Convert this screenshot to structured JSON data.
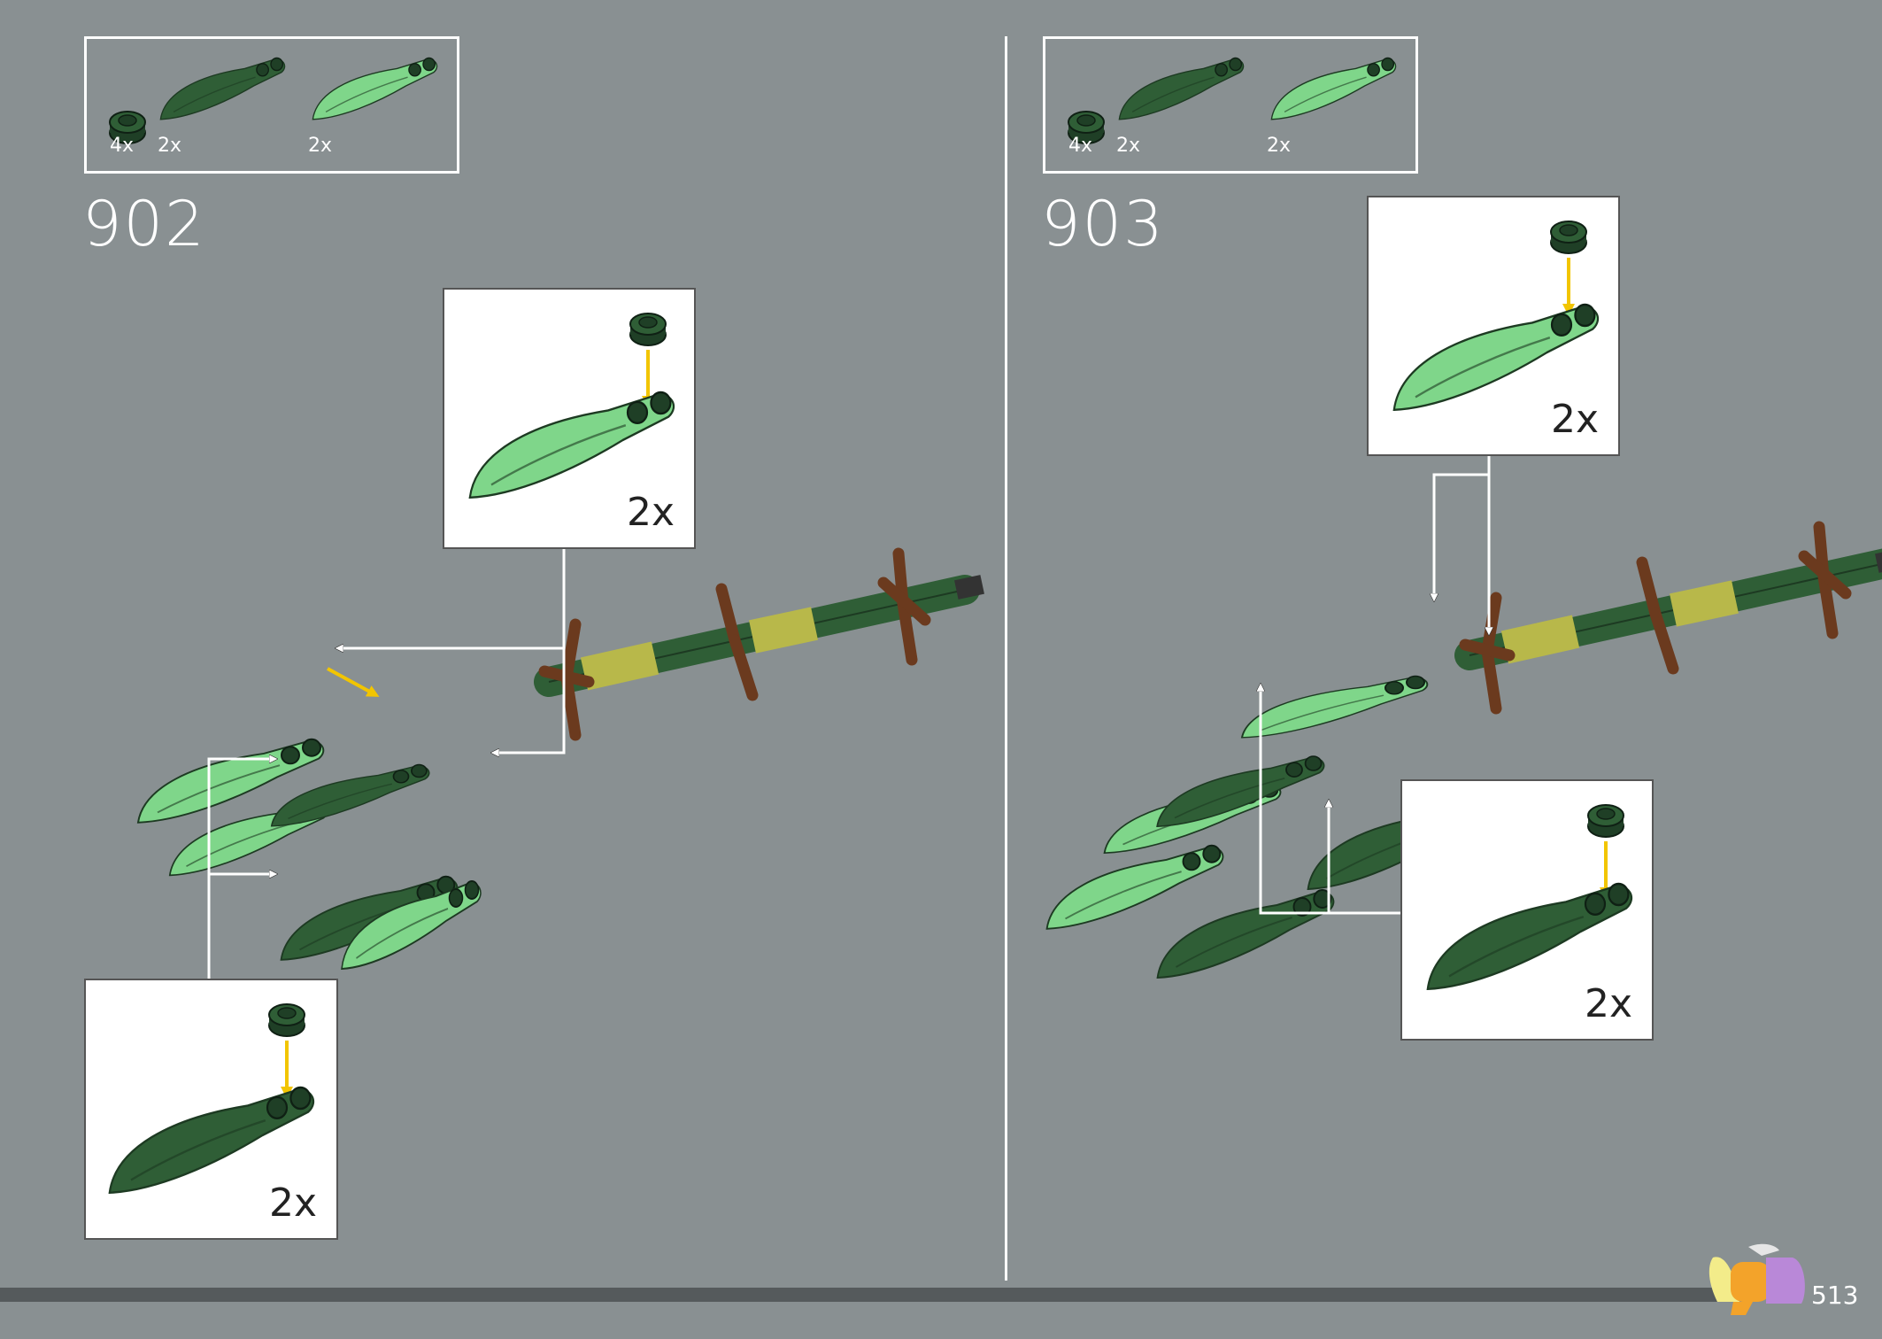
{
  "steps": [
    {
      "number": "902",
      "parts": [
        {
          "name": "round-plate",
          "qty": "4x"
        },
        {
          "name": "dark-green-leaf",
          "qty": "2x"
        },
        {
          "name": "trans-green-leaf",
          "qty": "2x"
        }
      ],
      "callouts": [
        {
          "part": "trans-green-leaf",
          "qty": "2x"
        },
        {
          "part": "dark-green-leaf",
          "qty": "2x"
        }
      ]
    },
    {
      "number": "903",
      "parts": [
        {
          "name": "round-plate",
          "qty": "4x"
        },
        {
          "name": "dark-green-leaf",
          "qty": "2x"
        },
        {
          "name": "trans-green-leaf",
          "qty": "2x"
        }
      ],
      "callouts": [
        {
          "part": "trans-green-leaf",
          "qty": "2x"
        },
        {
          "part": "dark-green-leaf",
          "qty": "2x"
        }
      ]
    }
  ],
  "page_number": "513",
  "colors": {
    "background": "#899092",
    "dark_leaf": "#2f5e36",
    "light_leaf": "#7fd68a",
    "highlight": "#c0141a",
    "arrow_yellow": "#f2c500"
  }
}
